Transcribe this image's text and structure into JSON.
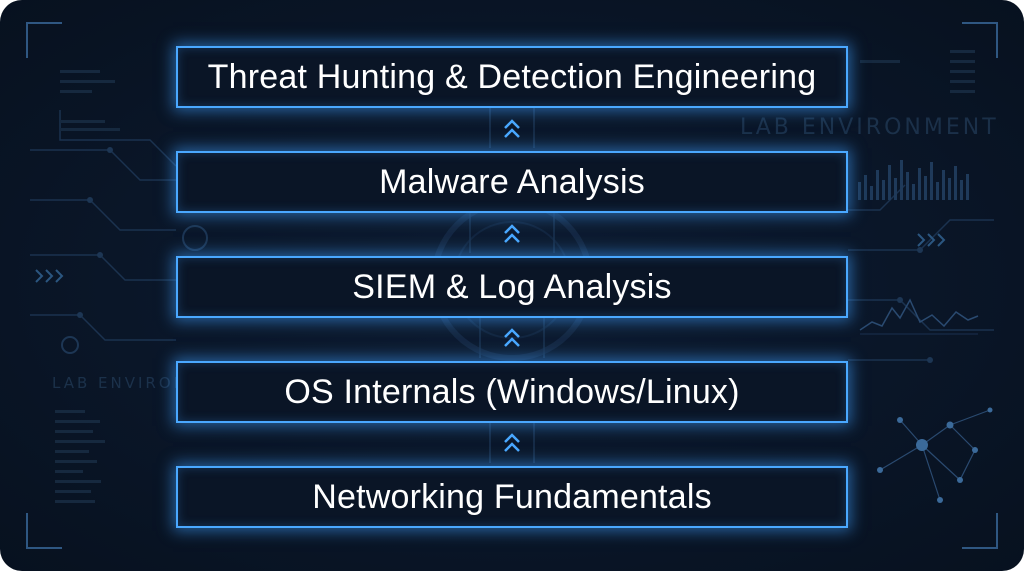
{
  "diagram": {
    "layers": [
      {
        "label": "Threat Hunting & Detection Engineering"
      },
      {
        "label": "Malware Analysis"
      },
      {
        "label": "SIEM & Log Analysis"
      },
      {
        "label": "OS Internals (Windows/Linux)"
      },
      {
        "label": "Networking Fundamentals"
      }
    ],
    "watermarks": {
      "right": "LAB ENVIRONMENT",
      "left": "LAB ENVIRONM"
    }
  },
  "colors": {
    "background": "#0a1628",
    "box_border": "#4aa8ff",
    "box_fill": "#0a1526",
    "text": "#ffffff",
    "decoration": "#2a4868"
  },
  "icons": {
    "connector": "double-chevron-up-icon"
  }
}
